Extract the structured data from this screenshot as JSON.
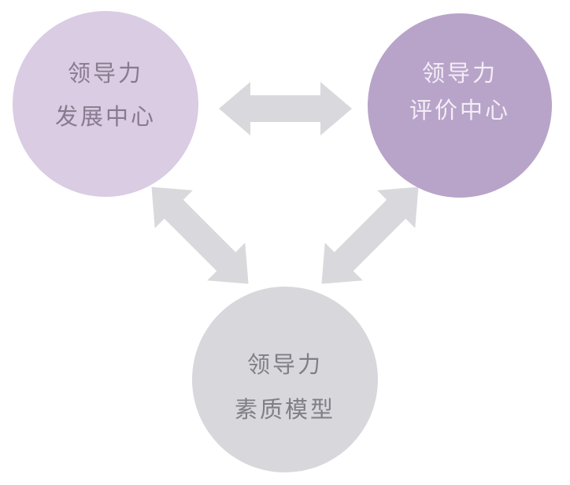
{
  "nodes": [
    {
      "id": "development-center",
      "line1": "领导力",
      "line2": "发展中心",
      "fill": "#d9cce3",
      "text_color": "#8a7a8e"
    },
    {
      "id": "assessment-center",
      "line1": "领导力",
      "line2": "评价中心",
      "fill": "#b8a3c9",
      "text_color": "#f3eef6"
    },
    {
      "id": "competency-model",
      "line1": "领导力",
      "line2": "素质模型",
      "fill": "#d8d7dc",
      "text_color": "#7f7f85"
    }
  ],
  "connectors": {
    "style": "double-headed-arrow",
    "color": "#d9d9dd",
    "links": [
      [
        "development-center",
        "assessment-center"
      ],
      [
        "development-center",
        "competency-model"
      ],
      [
        "assessment-center",
        "competency-model"
      ]
    ]
  }
}
